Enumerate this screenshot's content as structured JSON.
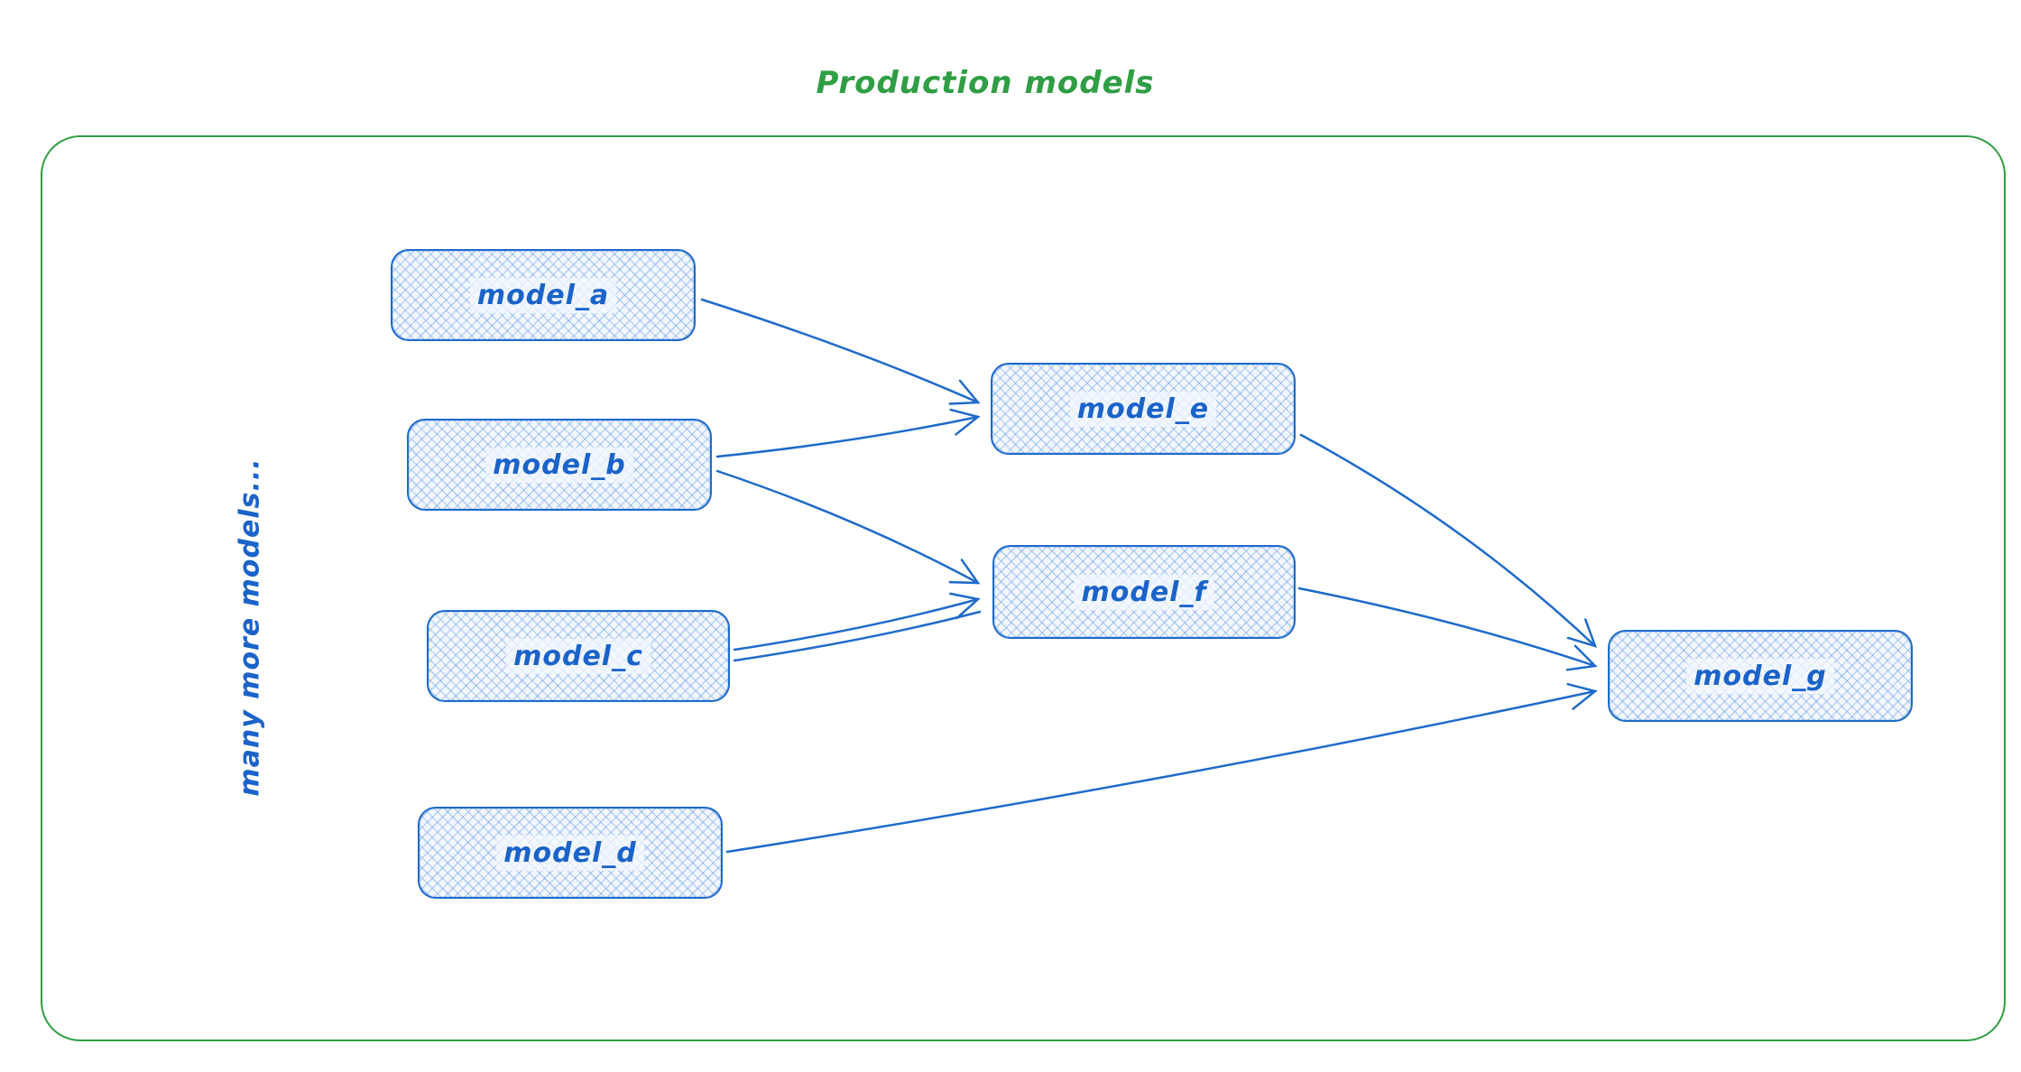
{
  "diagram": {
    "title": "Production models",
    "side_label": "many more models...",
    "colors": {
      "frame_stroke": "#2f9e44",
      "title_text": "#2f9e44",
      "node_stroke": "#1f6bcb",
      "node_fill": "#f2f7fe",
      "node_hatch": "#3a7ede",
      "label_text": "#1b63c9",
      "arrow_stroke": "#1f6bcb"
    },
    "nodes": [
      {
        "id": "model_a",
        "label": "model_a"
      },
      {
        "id": "model_b",
        "label": "model_b"
      },
      {
        "id": "model_c",
        "label": "model_c"
      },
      {
        "id": "model_d",
        "label": "model_d"
      },
      {
        "id": "model_e",
        "label": "model_e"
      },
      {
        "id": "model_f",
        "label": "model_f"
      },
      {
        "id": "model_g",
        "label": "model_g"
      }
    ],
    "edges": [
      {
        "from": "model_a",
        "to": "model_e"
      },
      {
        "from": "model_b",
        "to": "model_e"
      },
      {
        "from": "model_b",
        "to": "model_f"
      },
      {
        "from": "model_c",
        "to": "model_f"
      },
      {
        "from": "model_c",
        "to": "model_f"
      },
      {
        "from": "model_e",
        "to": "model_g"
      },
      {
        "from": "model_f",
        "to": "model_g"
      },
      {
        "from": "model_d",
        "to": "model_g"
      }
    ]
  }
}
